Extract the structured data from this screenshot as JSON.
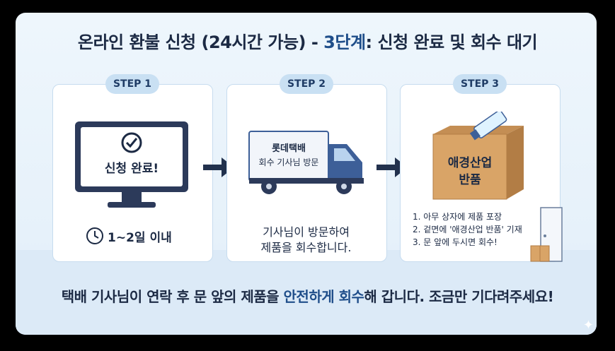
{
  "title": {
    "main": "온라인 환불 신청 (24시간 가능) - ",
    "highlight": "3단계",
    "rest": ": 신청 완료 및 회수 대기"
  },
  "steps": [
    {
      "badge": "STEP 1",
      "screen_text": "신청 완료!",
      "info": "1~2일 이내"
    },
    {
      "badge": "STEP 2",
      "truck_line1": "롯데택배",
      "truck_line2": "회수 기사님 방문",
      "desc_line1": "기사님이 방문하여",
      "desc_line2": "제품을 회수합니다."
    },
    {
      "badge": "STEP 3",
      "box_line1": "애경산업",
      "box_line2": "반품",
      "list": [
        "1. 아무 상자에 제품 포장",
        "2. 겉면에 '애경산업 반품' 기재",
        "3. 문 앞에 두시면 회수!"
      ]
    }
  ],
  "footer": {
    "part1": "택배 기사님이 연락 후 문 앞의 제품을 ",
    "highlight1": "안전하게",
    "part2": " ",
    "highlight2": "회수",
    "part3": "해 갑니다. 조금만 기다려주세요!"
  },
  "colors": {
    "navy": "#1c2a44",
    "accent": "#1f4e8a",
    "badge": "#c9e0f3",
    "box": "#d9a467",
    "truck": "#3d5f98"
  },
  "icons": [
    "check-circle-icon",
    "clock-icon",
    "arrow-right-icon",
    "truck-icon",
    "box-icon",
    "toothpaste-icon",
    "door-icon",
    "sparkle-icon"
  ]
}
